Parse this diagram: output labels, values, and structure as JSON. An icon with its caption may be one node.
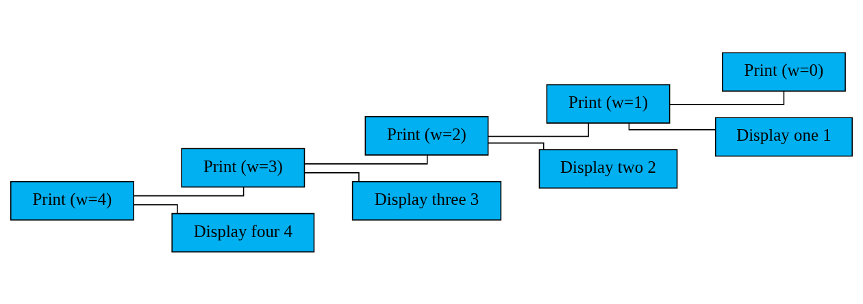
{
  "diagram": {
    "nodes": [
      {
        "text": [
          "Print (w=4)"
        ]
      },
      {
        "text": [
          "Print (w=3)"
        ]
      },
      {
        "text": [
          "Display four 4"
        ]
      },
      {
        "text": [
          "Print (w=2)"
        ]
      },
      {
        "text": [
          "Display three 3"
        ]
      },
      {
        "text": [
          "Print (w=1)"
        ]
      },
      {
        "text": [
          "Display two 2"
        ]
      },
      {
        "text": [
          "Print (w=0)"
        ]
      },
      {
        "text": [
          "Display one 1"
        ]
      }
    ],
    "edges": [
      {
        "from": 0,
        "to": 1,
        "arrow": "none"
      },
      {
        "from": 0,
        "to": 2,
        "arrow": "none"
      },
      {
        "from": 1,
        "to": 3,
        "arrow": "none"
      },
      {
        "from": 1,
        "to": 4,
        "arrow": "none"
      },
      {
        "from": 3,
        "to": 5,
        "arrow": "none"
      },
      {
        "from": 3,
        "to": 6,
        "arrow": "none"
      },
      {
        "from": 5,
        "to": 7,
        "arrow": "none"
      },
      {
        "from": 5,
        "to": 8,
        "arrow": "none"
      }
    ]
  }
}
